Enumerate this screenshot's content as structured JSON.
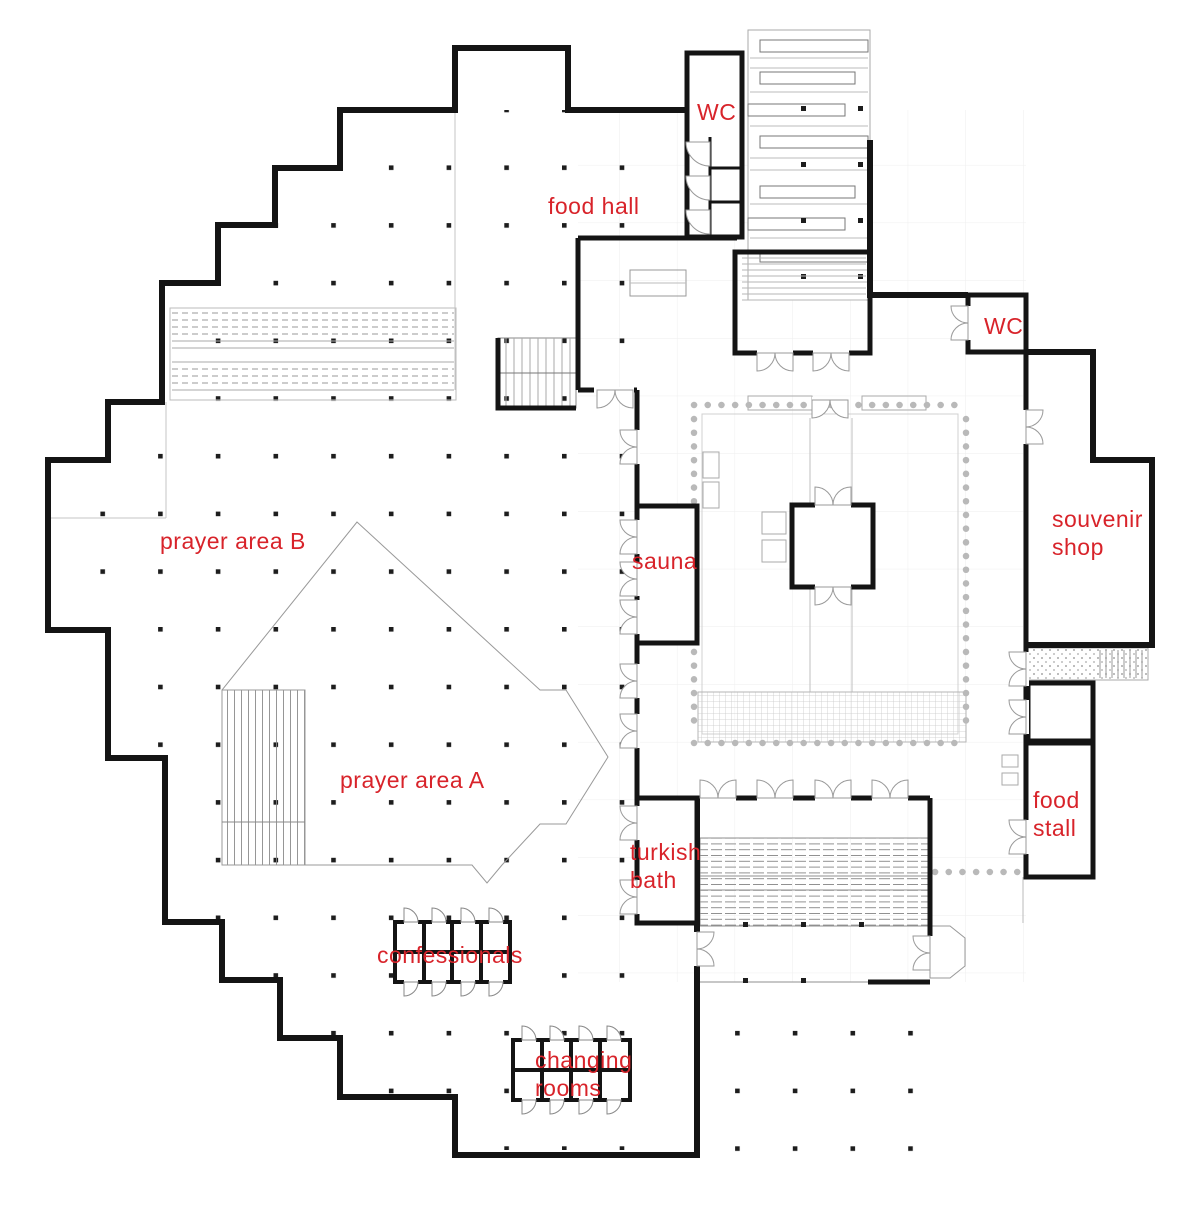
{
  "colors": {
    "label": "#d8232a",
    "wall": "#141414",
    "thin_line": "#9a9a9a",
    "colonnade_dot": "#b9b9b9"
  },
  "labels": {
    "wc_top": "WC",
    "food_hall": "food hall",
    "wc_right": "WC",
    "souvenir_line1": "souvenir",
    "souvenir_line2": "shop",
    "prayer_b": "prayer area B",
    "sauna": "sauna",
    "prayer_a": "prayer area A",
    "food_stall_line1": "food",
    "food_stall_line2": "stall",
    "turkish_line1": "turkish",
    "turkish_line2": "bath",
    "confessionals": "confessionals",
    "changing_line1": "changing",
    "changing_line2": "rooms"
  }
}
